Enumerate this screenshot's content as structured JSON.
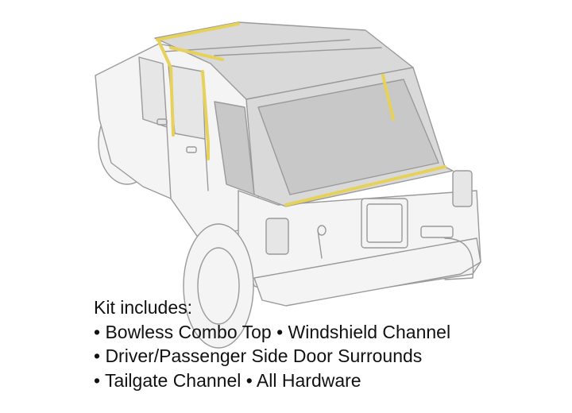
{
  "kit": {
    "heading": "Kit includes:",
    "lines": [
      "• Bowless Combo Top • Windshield Channel",
      "• Driver/Passenger Side Door Surrounds",
      "• Tailgate Channel • All Hardware"
    ]
  },
  "colors": {
    "outline": "#9a9a9a",
    "body_fill": "#f4f4f4",
    "top_fill": "#d9d9d9",
    "window_fill": "#c8c8c8",
    "channel": "#e6d25a",
    "text": "#111111"
  }
}
